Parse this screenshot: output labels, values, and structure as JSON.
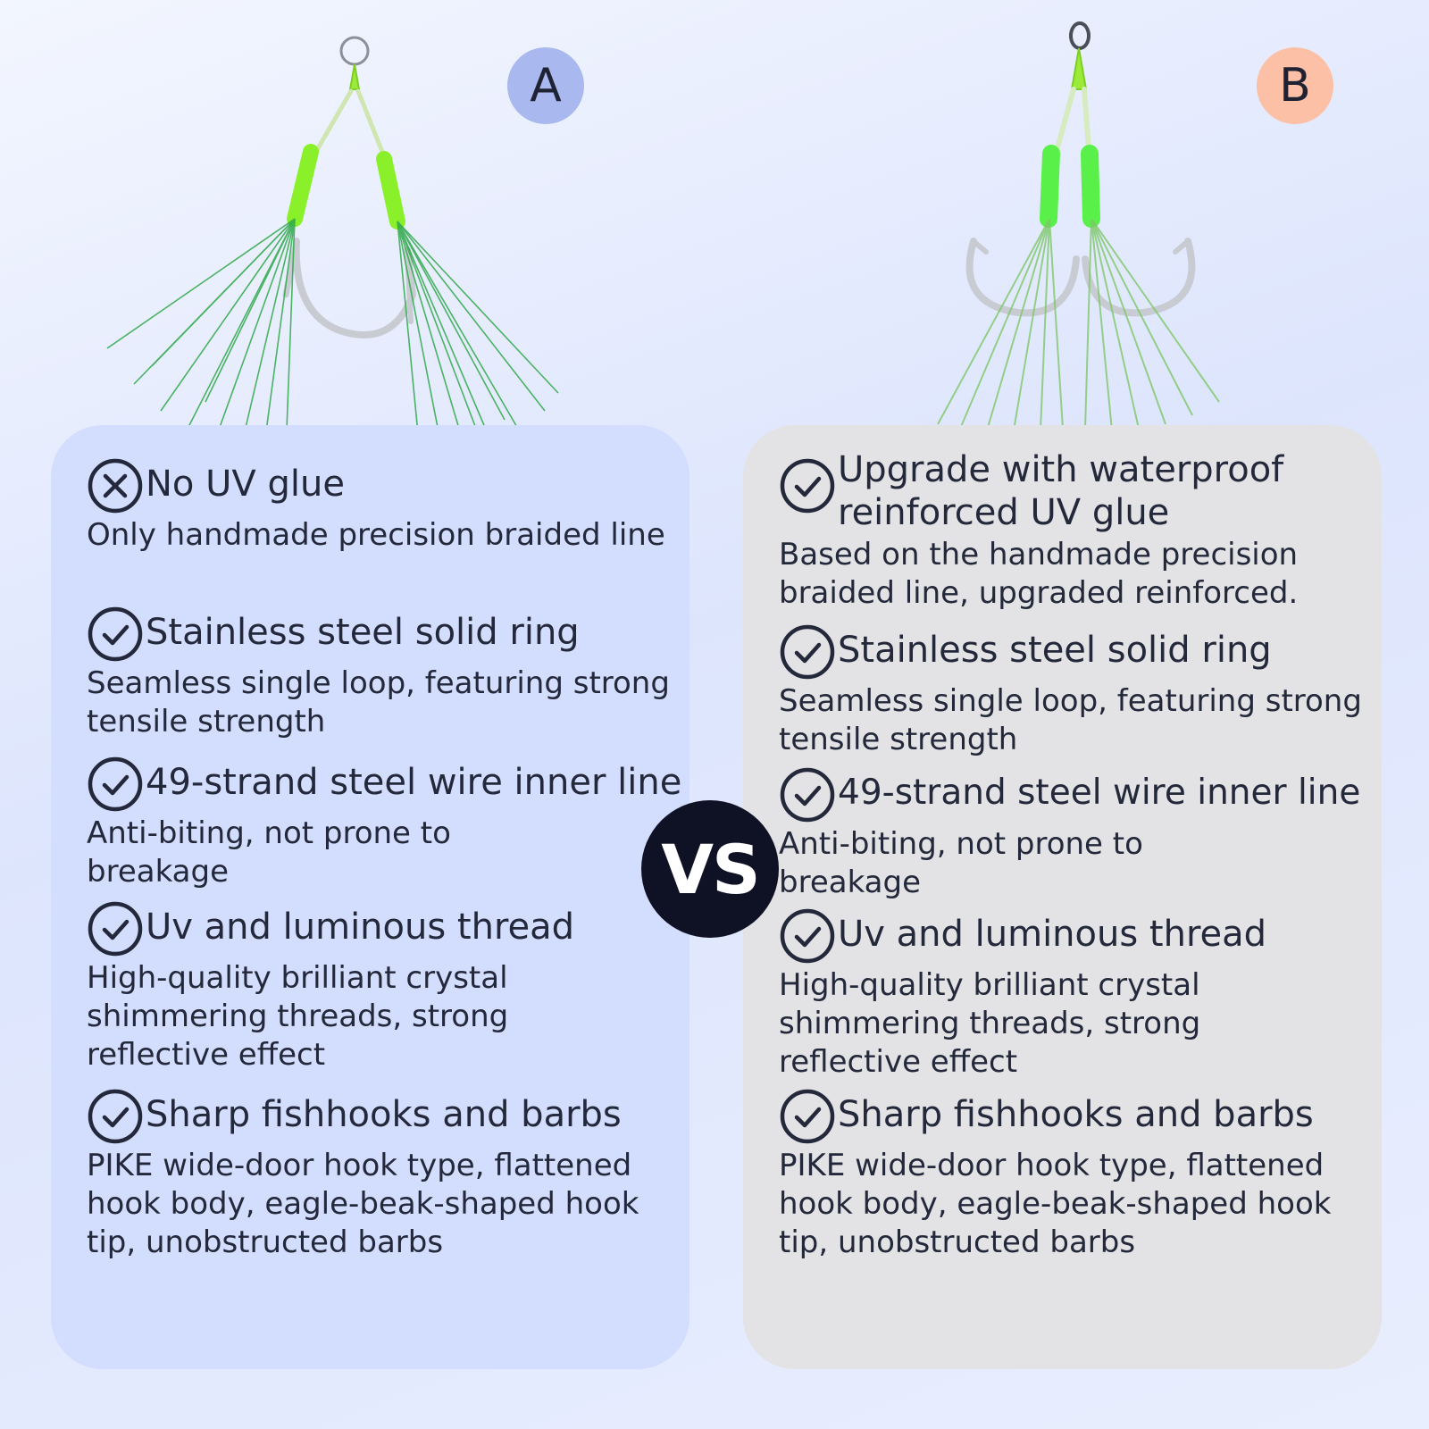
{
  "badges": {
    "a": "A",
    "b": "B"
  },
  "vs_label": "VS",
  "colors": {
    "panel_a": "#d3ddfd",
    "panel_b": "#e3e3e5",
    "badge_a": "#a9b8ee",
    "badge_b": "#fbc0a5",
    "vs_circle": "#0f1224",
    "thread_green": "#2fa84a",
    "tube_green": "#8af02a"
  },
  "panel_a": {
    "features": [
      {
        "icon": "cross-circle-icon",
        "title": "No UV glue",
        "desc": "Only handmade precision braided line"
      },
      {
        "icon": "check-circle-icon",
        "title": "Stainless steel solid ring",
        "desc": "Seamless single loop, featuring strong tensile strength"
      },
      {
        "icon": "check-circle-icon",
        "title": "49-strand steel wire inner line",
        "desc": "Anti-biting, not prone to breakage"
      },
      {
        "icon": "check-circle-icon",
        "title": "Uv and luminous thread",
        "desc": "High-quality brilliant crystal shimmering threads, strong reflective effect"
      },
      {
        "icon": "check-circle-icon",
        "title": "Sharp fishhooks and barbs",
        "desc": "PIKE wide-door hook type, flattened hook body, eagle-beak-shaped hook tip, unobstructed barbs"
      }
    ]
  },
  "panel_b": {
    "features": [
      {
        "icon": "check-circle-icon",
        "title": "Upgrade with waterproof reinforced UV glue",
        "desc": "Based on the handmade precision braided line, upgraded reinforced."
      },
      {
        "icon": "check-circle-icon",
        "title": "Stainless steel solid ring",
        "desc": "Seamless single loop, featuring strong tensile strength"
      },
      {
        "icon": "check-circle-icon",
        "title": "49-strand steel wire inner line",
        "desc": "Anti-biting, not prone to breakage"
      },
      {
        "icon": "check-circle-icon",
        "title": "Uv and luminous thread",
        "desc": "High-quality brilliant crystal shimmering threads, strong reflective effect"
      },
      {
        "icon": "check-circle-icon",
        "title": "Sharp fishhooks and barbs",
        "desc": "PIKE wide-door hook type, flattened hook body, eagle-beak-shaped hook tip, unobstructed barbs"
      }
    ]
  }
}
